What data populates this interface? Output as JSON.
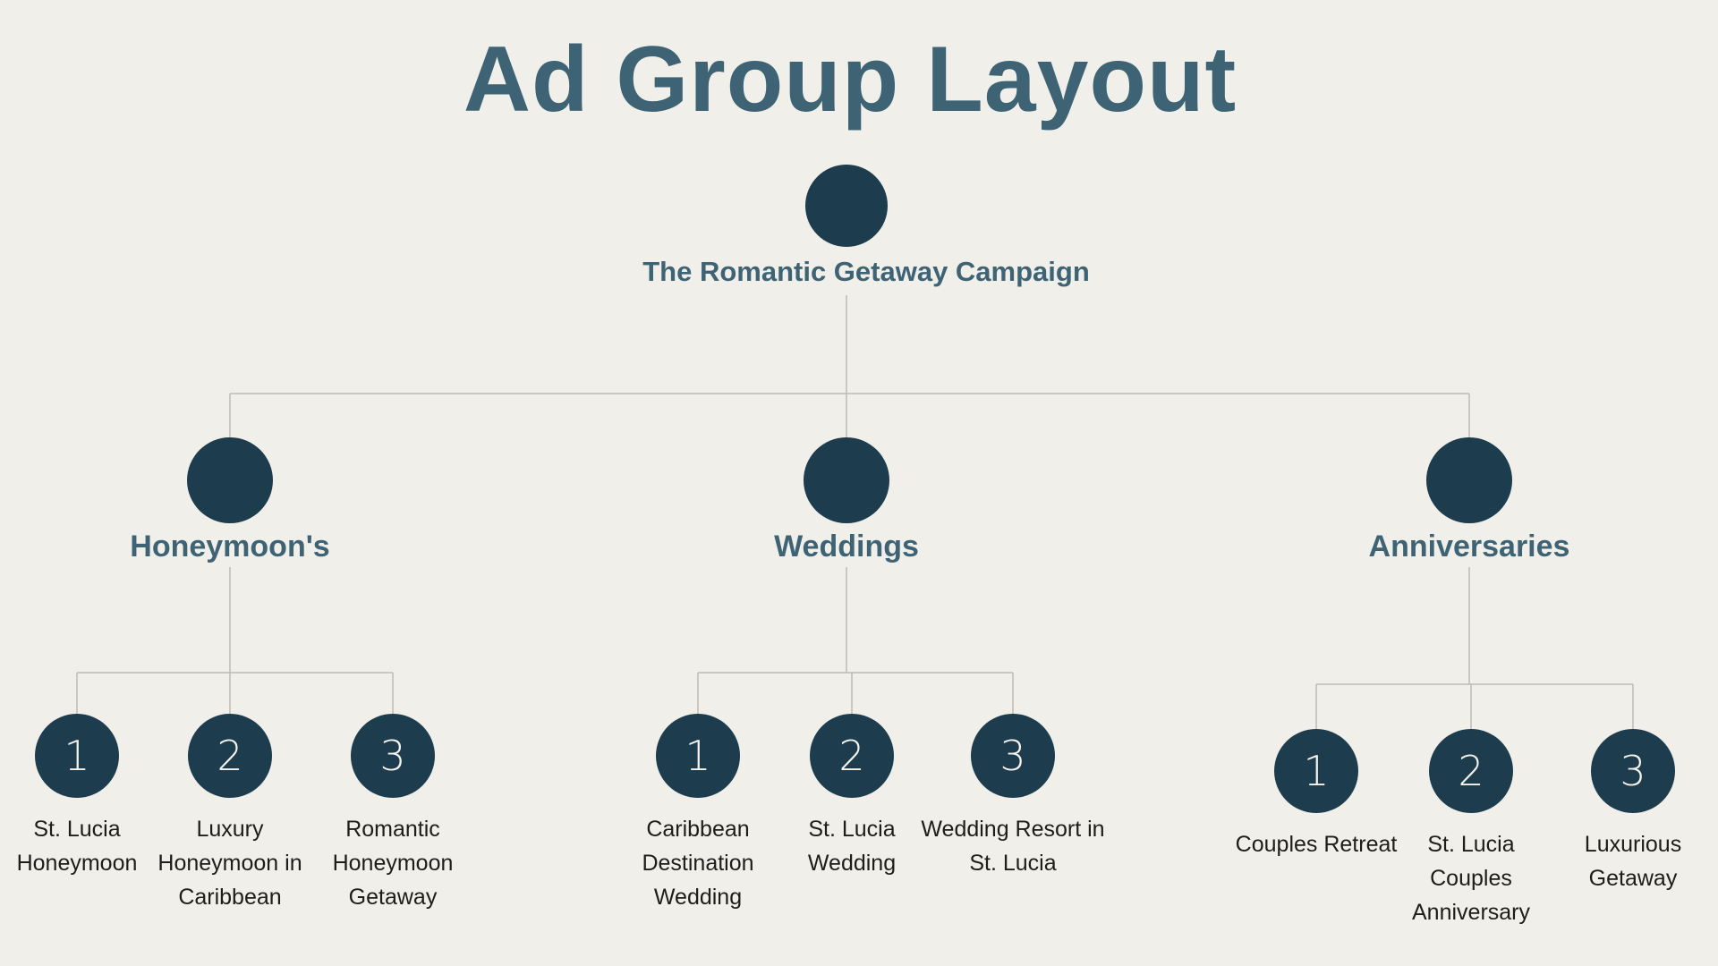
{
  "page": {
    "title": "Ad Group Layout",
    "background": "#f1efe9"
  },
  "colors": {
    "node_fill": "#1d3c4e",
    "heading_text": "#3e6375",
    "label_text": "#1e1d1b",
    "connector": "#bdbbb6",
    "number_text": "#f4f2ec"
  },
  "root": {
    "label": "The Romantic Getaway Campaign"
  },
  "groups": [
    {
      "label": "Honeymoon's",
      "children": [
        {
          "number": "1",
          "label": "St. Lucia Honeymoon"
        },
        {
          "number": "2",
          "label": "Luxury Honeymoon in Caribbean"
        },
        {
          "number": "3",
          "label": "Romantic Honeymoon Getaway"
        }
      ]
    },
    {
      "label": "Weddings",
      "children": [
        {
          "number": "1",
          "label": "Caribbean Destination Wedding"
        },
        {
          "number": "2",
          "label": "St. Lucia Wedding"
        },
        {
          "number": "3",
          "label": "Wedding Resort in St. Lucia"
        }
      ]
    },
    {
      "label": "Anniversaries",
      "children": [
        {
          "number": "1",
          "label": "Couples Retreat"
        },
        {
          "number": "2",
          "label": "St. Lucia Couples Anniversary"
        },
        {
          "number": "3",
          "label": "Luxurious Getaway"
        }
      ]
    }
  ]
}
